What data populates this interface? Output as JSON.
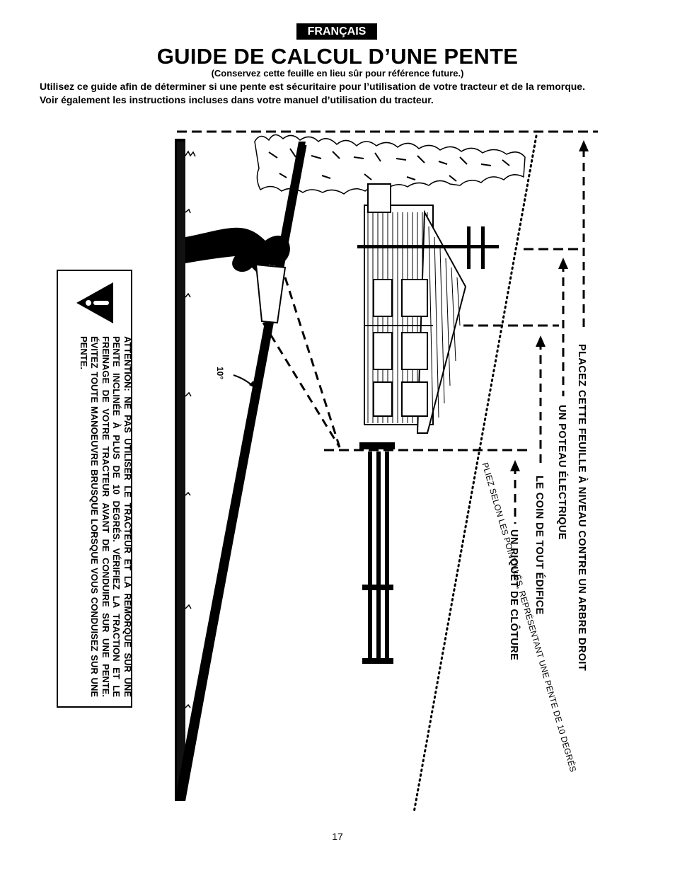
{
  "header": {
    "language_badge": "FRANÇAIS",
    "title": "GUIDE DE CALCUL D’UNE PENTE",
    "subtitle": "(Conservez cette feuille en lieu sûr pour référence future.)",
    "intro": "Utilisez ce guide afin de déterminer si une pente est sécuritaire pour l’utilisation de votre tracteur et de la remorque.  Voir également les instructions incluses dans votre manuel d’utilisation du tracteur."
  },
  "warning": {
    "icon": "exclamation-triangle-icon",
    "label": "ATTENTION:",
    "text": " NE PAS UTILISER LE TRACTEUR ET LA REMORQUE SUR UNE PENTE INCLINÉE À PLUS DE 10 DEGRÉS. VÉRIFIEZ LA TRACTION ET LE FREINAGE DE VOTRE TRACTEUR AVANT DE CONDUIRE SUR UNE PENTE. ÉVITEZ TOUTE MANOEUVRE BRUSQUE LORSQUE VOUS CONDUISEZ SUR UNE PENTE."
  },
  "diagram": {
    "angle_label": "10°",
    "instructions": [
      "PLACEZ CETTE FEUILLE À NIVEAU CONTRE UN ARBRE DROIT",
      "UN POTEAU ÉLECTRIQUE",
      "LE COIN DE TOUT ÉDIFICE",
      "UN PIQUET DE CLÔTURE"
    ],
    "fold_line": "PLIEZ SELON LES POINTILLÉS, REPRÉSENTANT UNE PENTE DE 10 DEGRÉS",
    "icons": [
      "tree-icon",
      "house-icon",
      "power-pole-icon",
      "fence-post-icon",
      "person-icon"
    ]
  },
  "footer": {
    "page_number": "17"
  }
}
